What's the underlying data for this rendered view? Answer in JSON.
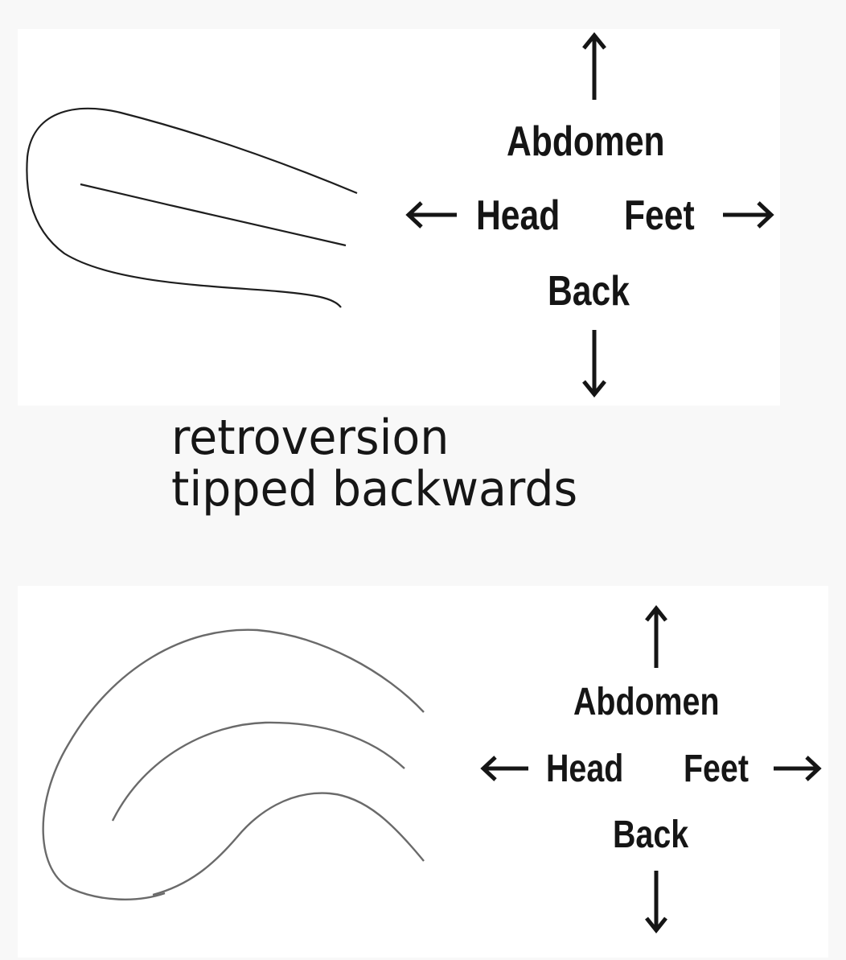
{
  "diagrams": [
    {
      "id": "top",
      "directions": {
        "abdomen": "Abdomen",
        "head": "Head",
        "feet": "Feet",
        "back": "Back"
      }
    },
    {
      "id": "bottom",
      "directions": {
        "abdomen": "Abdomen",
        "head": "Head",
        "feet": "Feet",
        "back": "Back"
      }
    }
  ],
  "caption": {
    "line1": "retroversion",
    "line2": "tipped backwards"
  },
  "colors": {
    "ink": "#151515",
    "line_top": "#1e1e1e",
    "line_bottom": "#6a6a6a",
    "panel": "#ffffff",
    "background": "#f8f8f8"
  }
}
